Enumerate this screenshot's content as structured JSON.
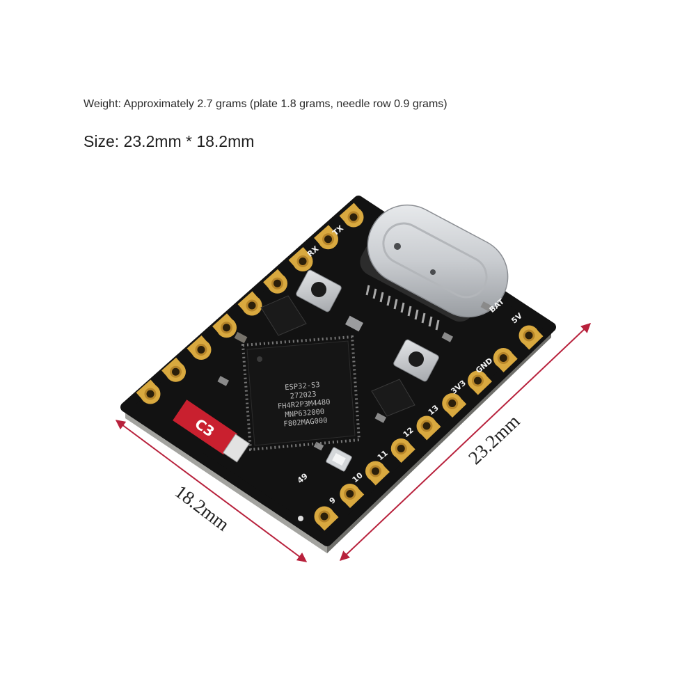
{
  "header": {
    "weight_text": "Weight: Approximately 2.7 grams (plate 1.8 grams, needle row 0.9 grams)",
    "size_text": "Size: 23.2mm * 18.2mm"
  },
  "dimensions": {
    "length_label": "23.2mm",
    "width_label": "18.2mm",
    "arrow_color": "#b8213c"
  },
  "board": {
    "chip_lines": [
      "ESP32-S3",
      "272023",
      "FH4R2P3M4480",
      "MNP632000",
      "F802MAG000"
    ],
    "sticker_label": "C3",
    "led_label": "49",
    "battery_label": "BAT",
    "left_pin_labels": [
      "TX",
      "RX"
    ],
    "right_pin_labels": [
      "5V",
      "GND",
      "3V3",
      "13",
      "12",
      "11",
      "10",
      "9"
    ],
    "colors": {
      "pcb": "#121212",
      "pad": "#d9a93f",
      "sticker": "#c9202f",
      "usb_shell": "#c9ccd0"
    }
  }
}
